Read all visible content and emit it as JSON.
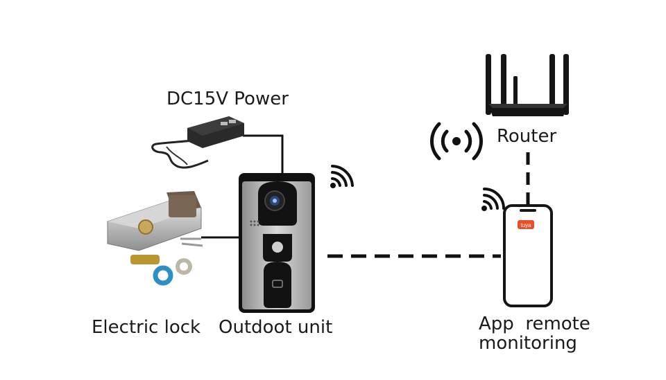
{
  "labels": {
    "power": "DC15V Power",
    "router": "Router",
    "lock": "Electric lock",
    "outdoor_unit": "Outdoot unit",
    "app_line1": "App  remote",
    "app_line2": "monitoring"
  },
  "phone_app_badge": "tuya",
  "colors": {
    "lines": "#111111",
    "device_black": "#151515",
    "panel_silver": "#b9b9b9",
    "app_badge": "#e8502a"
  }
}
